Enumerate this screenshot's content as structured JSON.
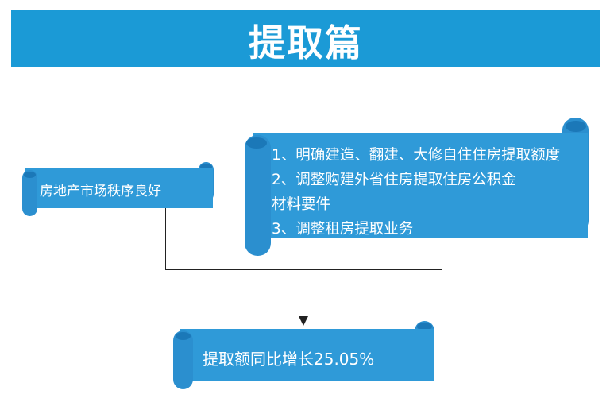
{
  "header": {
    "title": "提取篇"
  },
  "left_scroll": {
    "text": "房地产市场秩序良好"
  },
  "right_scroll": {
    "lines": [
      "1、明确建造、翻建、大修自住住房提取额度",
      "2、调整购建外省住房提取住房公积金",
      "材料要件",
      "3、调整租房提取业务"
    ]
  },
  "bottom_scroll": {
    "text": "提取额同比增长25.05%"
  },
  "colors": {
    "header": "#1b9ad6",
    "scroll": "#2f9ad8"
  }
}
